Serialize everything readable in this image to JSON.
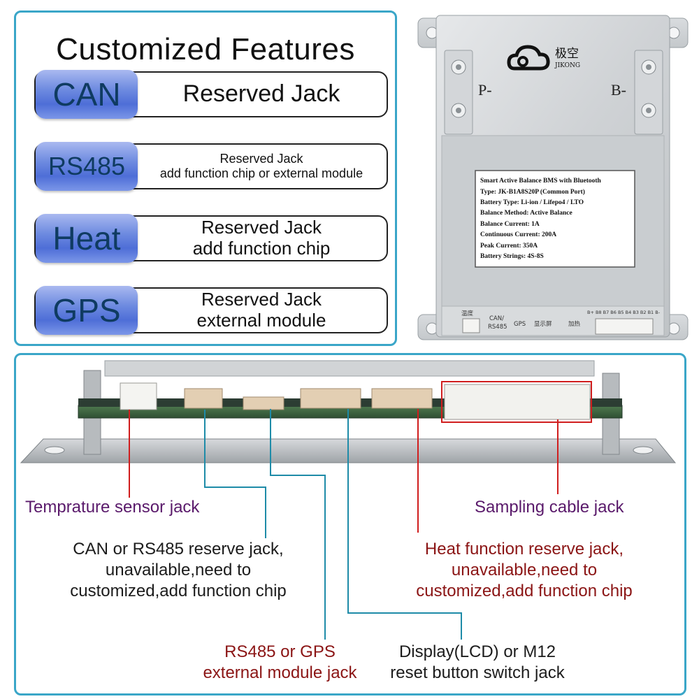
{
  "features": {
    "title": "Customized Features",
    "items": [
      {
        "tag": "CAN",
        "lines": [
          "Reserved Jack"
        ]
      },
      {
        "tag": "RS485",
        "lines": [
          "Reserved Jack",
          "add function chip or external module"
        ]
      },
      {
        "tag": "Heat",
        "lines": [
          "Reserved Jack",
          "add function chip"
        ]
      },
      {
        "tag": "GPS",
        "lines": [
          "Reserved Jack",
          "external module"
        ]
      }
    ]
  },
  "device": {
    "logo_cn": "极空",
    "logo_en": "JIKONG",
    "terminal_left": "P-",
    "terminal_right": "B-",
    "label_lines": [
      "Smart Active Balance BMS with Bluetooth",
      "Type: JK-B1A8S20P (Common Port)",
      "Battery Type: Li-ion / Lifepo4 / LTO",
      "Balance Method: Active Balance",
      "Balance Current: 1A",
      "Continuous Current: 200A",
      "Peak Current: 350A",
      "Battery Strings: 4S-8S"
    ],
    "port_labels": {
      "temp": "温度",
      "can": "CAN/",
      "rs485": "RS485",
      "gps": "GPS",
      "display": "显示屏",
      "heat": "加热",
      "balance": "B+ B8 B7 B6 B5 B4 B3 B2 B1 B-"
    }
  },
  "callouts": {
    "temp_sensor": "Temprature sensor jack",
    "sampling": "Sampling cable jack",
    "can_rs485": [
      "CAN or RS485 reserve jack,",
      "unavailable,need to",
      "customized,add function chip"
    ],
    "heat": [
      "Heat function reserve jack,",
      "unavailable,need to",
      "customized,add function chip"
    ],
    "rs485_gps": [
      "RS485 or GPS",
      "external module jack"
    ],
    "display": [
      "Display(LCD) or M12",
      "reset button switch jack"
    ]
  },
  "colors": {
    "panel_border": "#3aa6c8",
    "purple_text": "#5a1a6b",
    "maroon_text": "#8b1515",
    "leader_line": "#d01e1e"
  }
}
